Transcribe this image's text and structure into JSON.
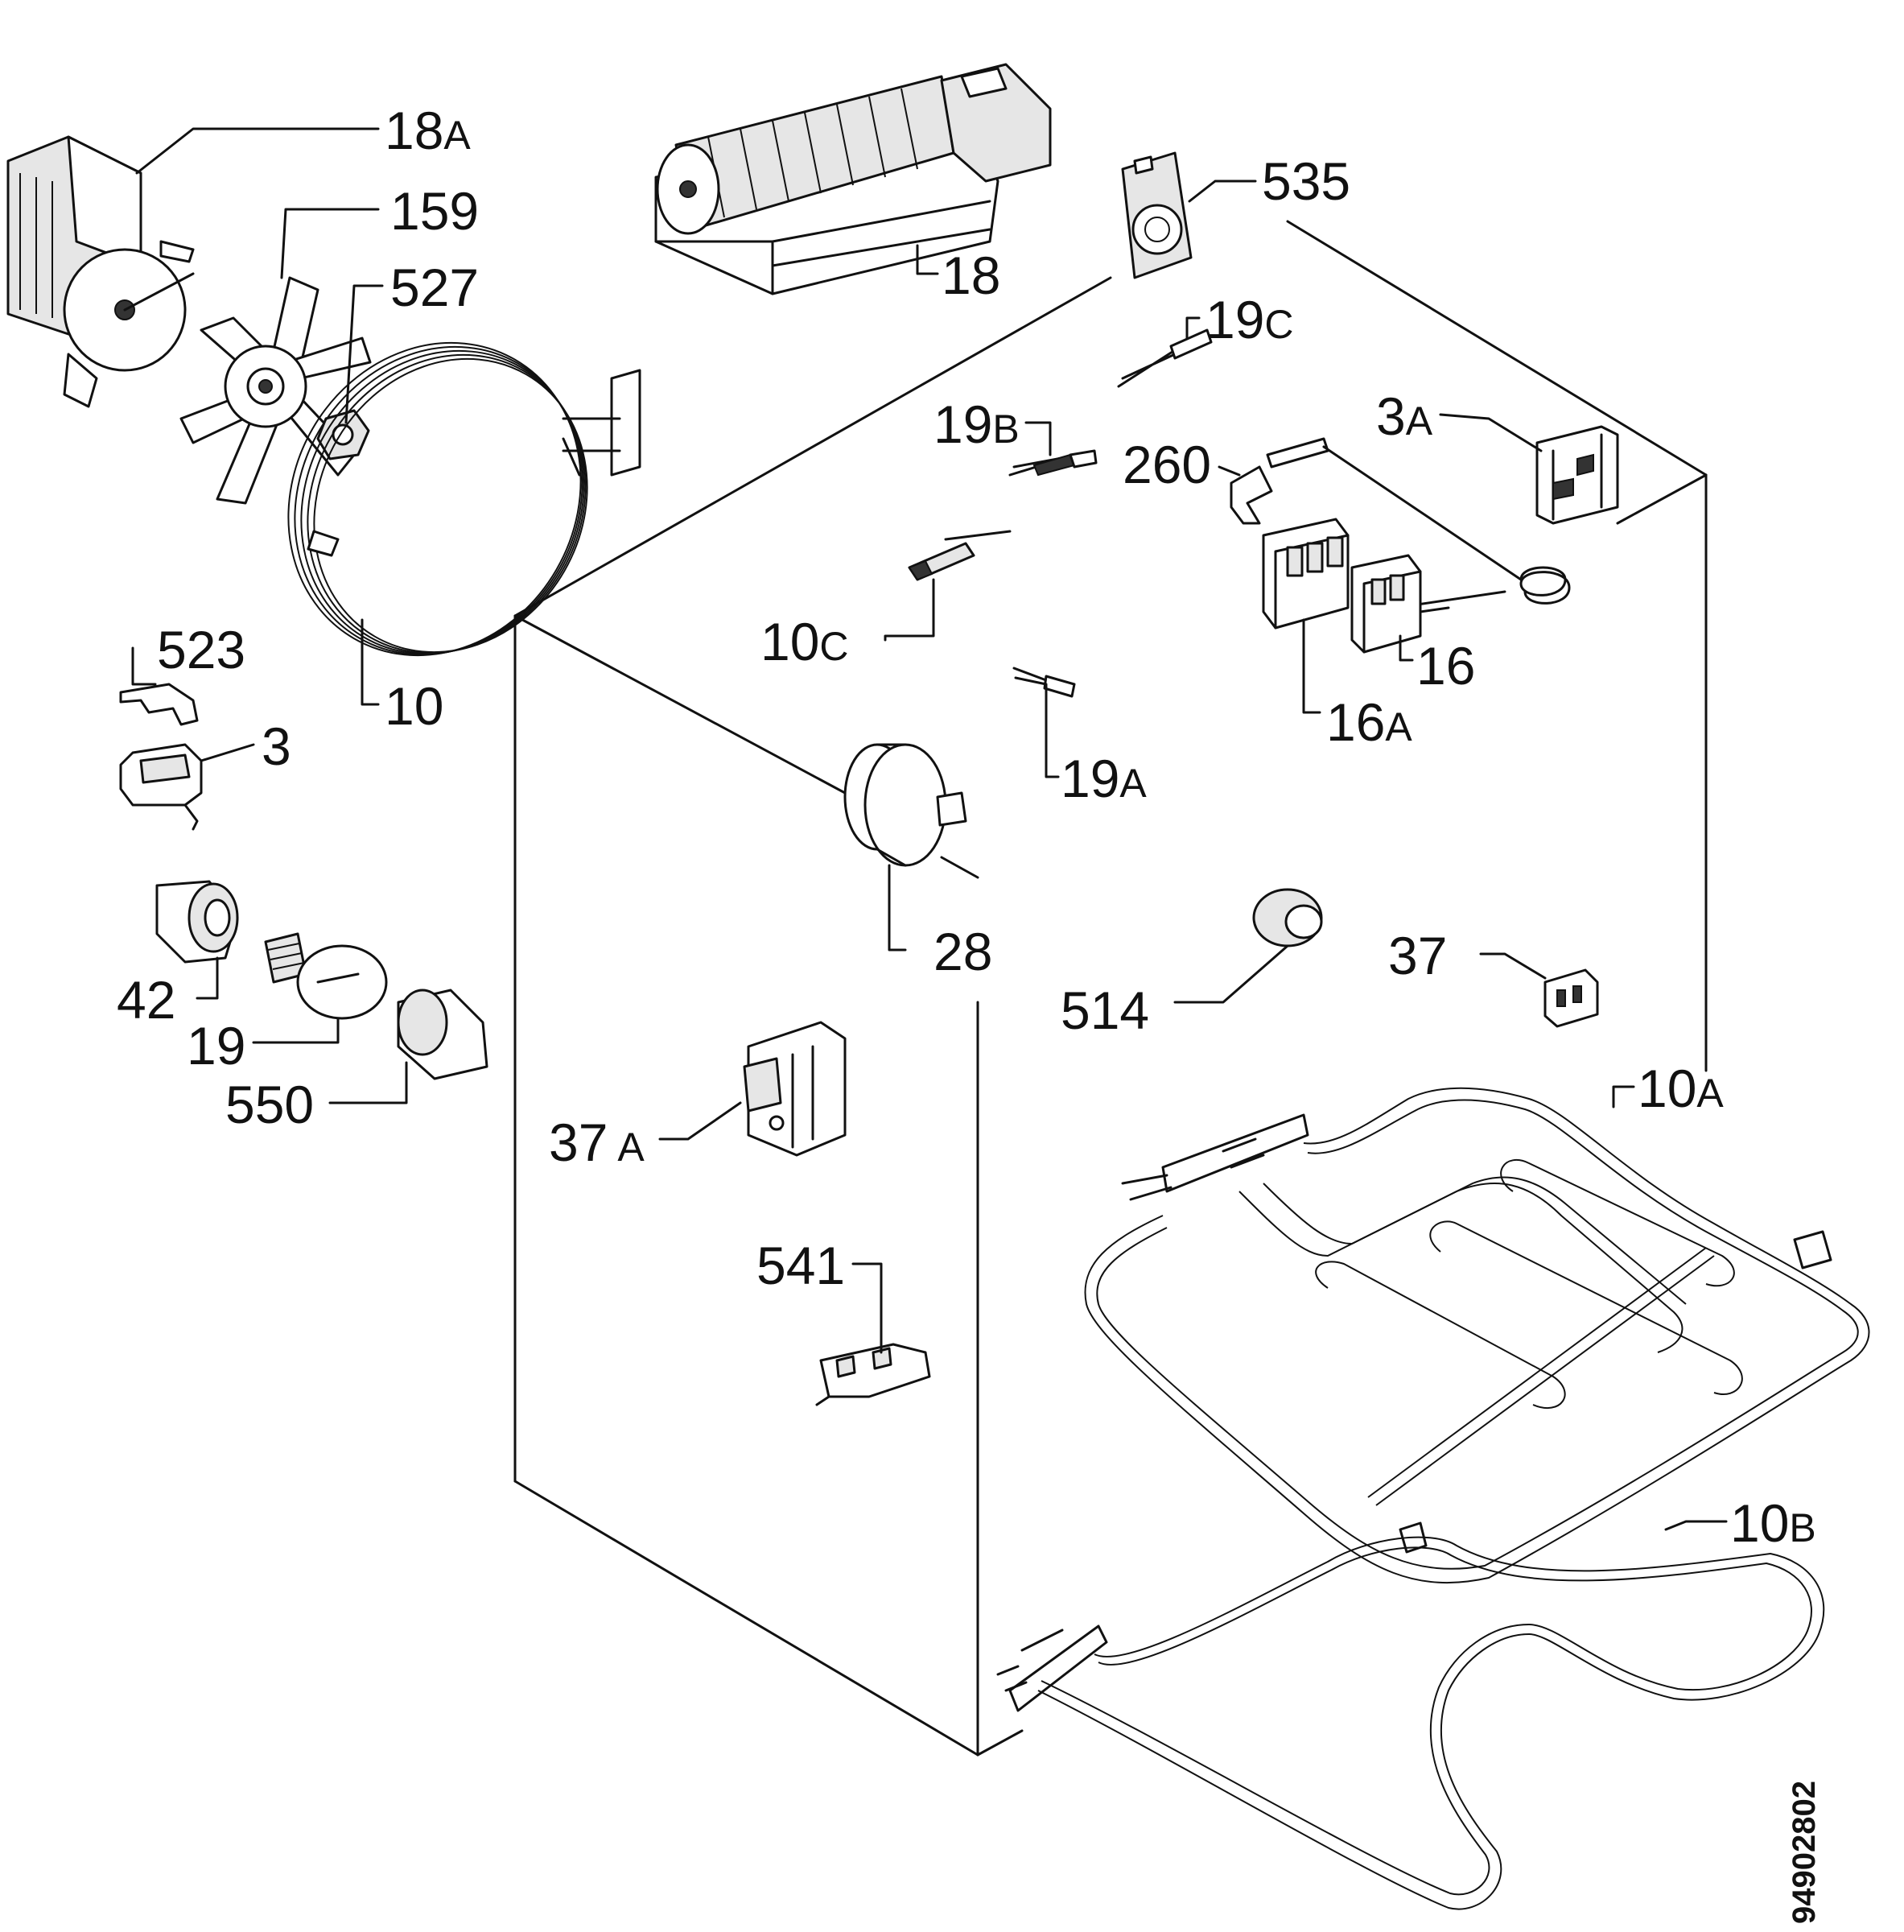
{
  "labels": {
    "l18a": {
      "num": "18",
      "sfx": "A"
    },
    "l159": {
      "num": "159",
      "sfx": ""
    },
    "l527": {
      "num": "527",
      "sfx": ""
    },
    "l18": {
      "num": "18",
      "sfx": ""
    },
    "l535": {
      "num": "535",
      "sfx": ""
    },
    "l19c": {
      "num": "19",
      "sfx": "C"
    },
    "l19b": {
      "num": "19",
      "sfx": "B"
    },
    "l260": {
      "num": "260",
      "sfx": ""
    },
    "l3a": {
      "num": "3",
      "sfx": "A"
    },
    "l10c": {
      "num": "10",
      "sfx": "C"
    },
    "l16": {
      "num": "16",
      "sfx": ""
    },
    "l16a": {
      "num": "16",
      "sfx": "A"
    },
    "l523": {
      "num": "523",
      "sfx": ""
    },
    "l10": {
      "num": "10",
      "sfx": ""
    },
    "l3": {
      "num": "3",
      "sfx": ""
    },
    "l19a": {
      "num": "19",
      "sfx": "A"
    },
    "l28": {
      "num": "28",
      "sfx": ""
    },
    "l42": {
      "num": "42",
      "sfx": ""
    },
    "l19": {
      "num": "19",
      "sfx": ""
    },
    "l514": {
      "num": "514",
      "sfx": ""
    },
    "l37": {
      "num": "37",
      "sfx": ""
    },
    "l550": {
      "num": "550",
      "sfx": ""
    },
    "l37a": {
      "num": "37",
      "sfx": "A"
    },
    "l10a": {
      "num": "10",
      "sfx": "A"
    },
    "l541": {
      "num": "541",
      "sfx": ""
    },
    "l10b": {
      "num": "10",
      "sfx": "B"
    }
  },
  "document_number": "94902802"
}
